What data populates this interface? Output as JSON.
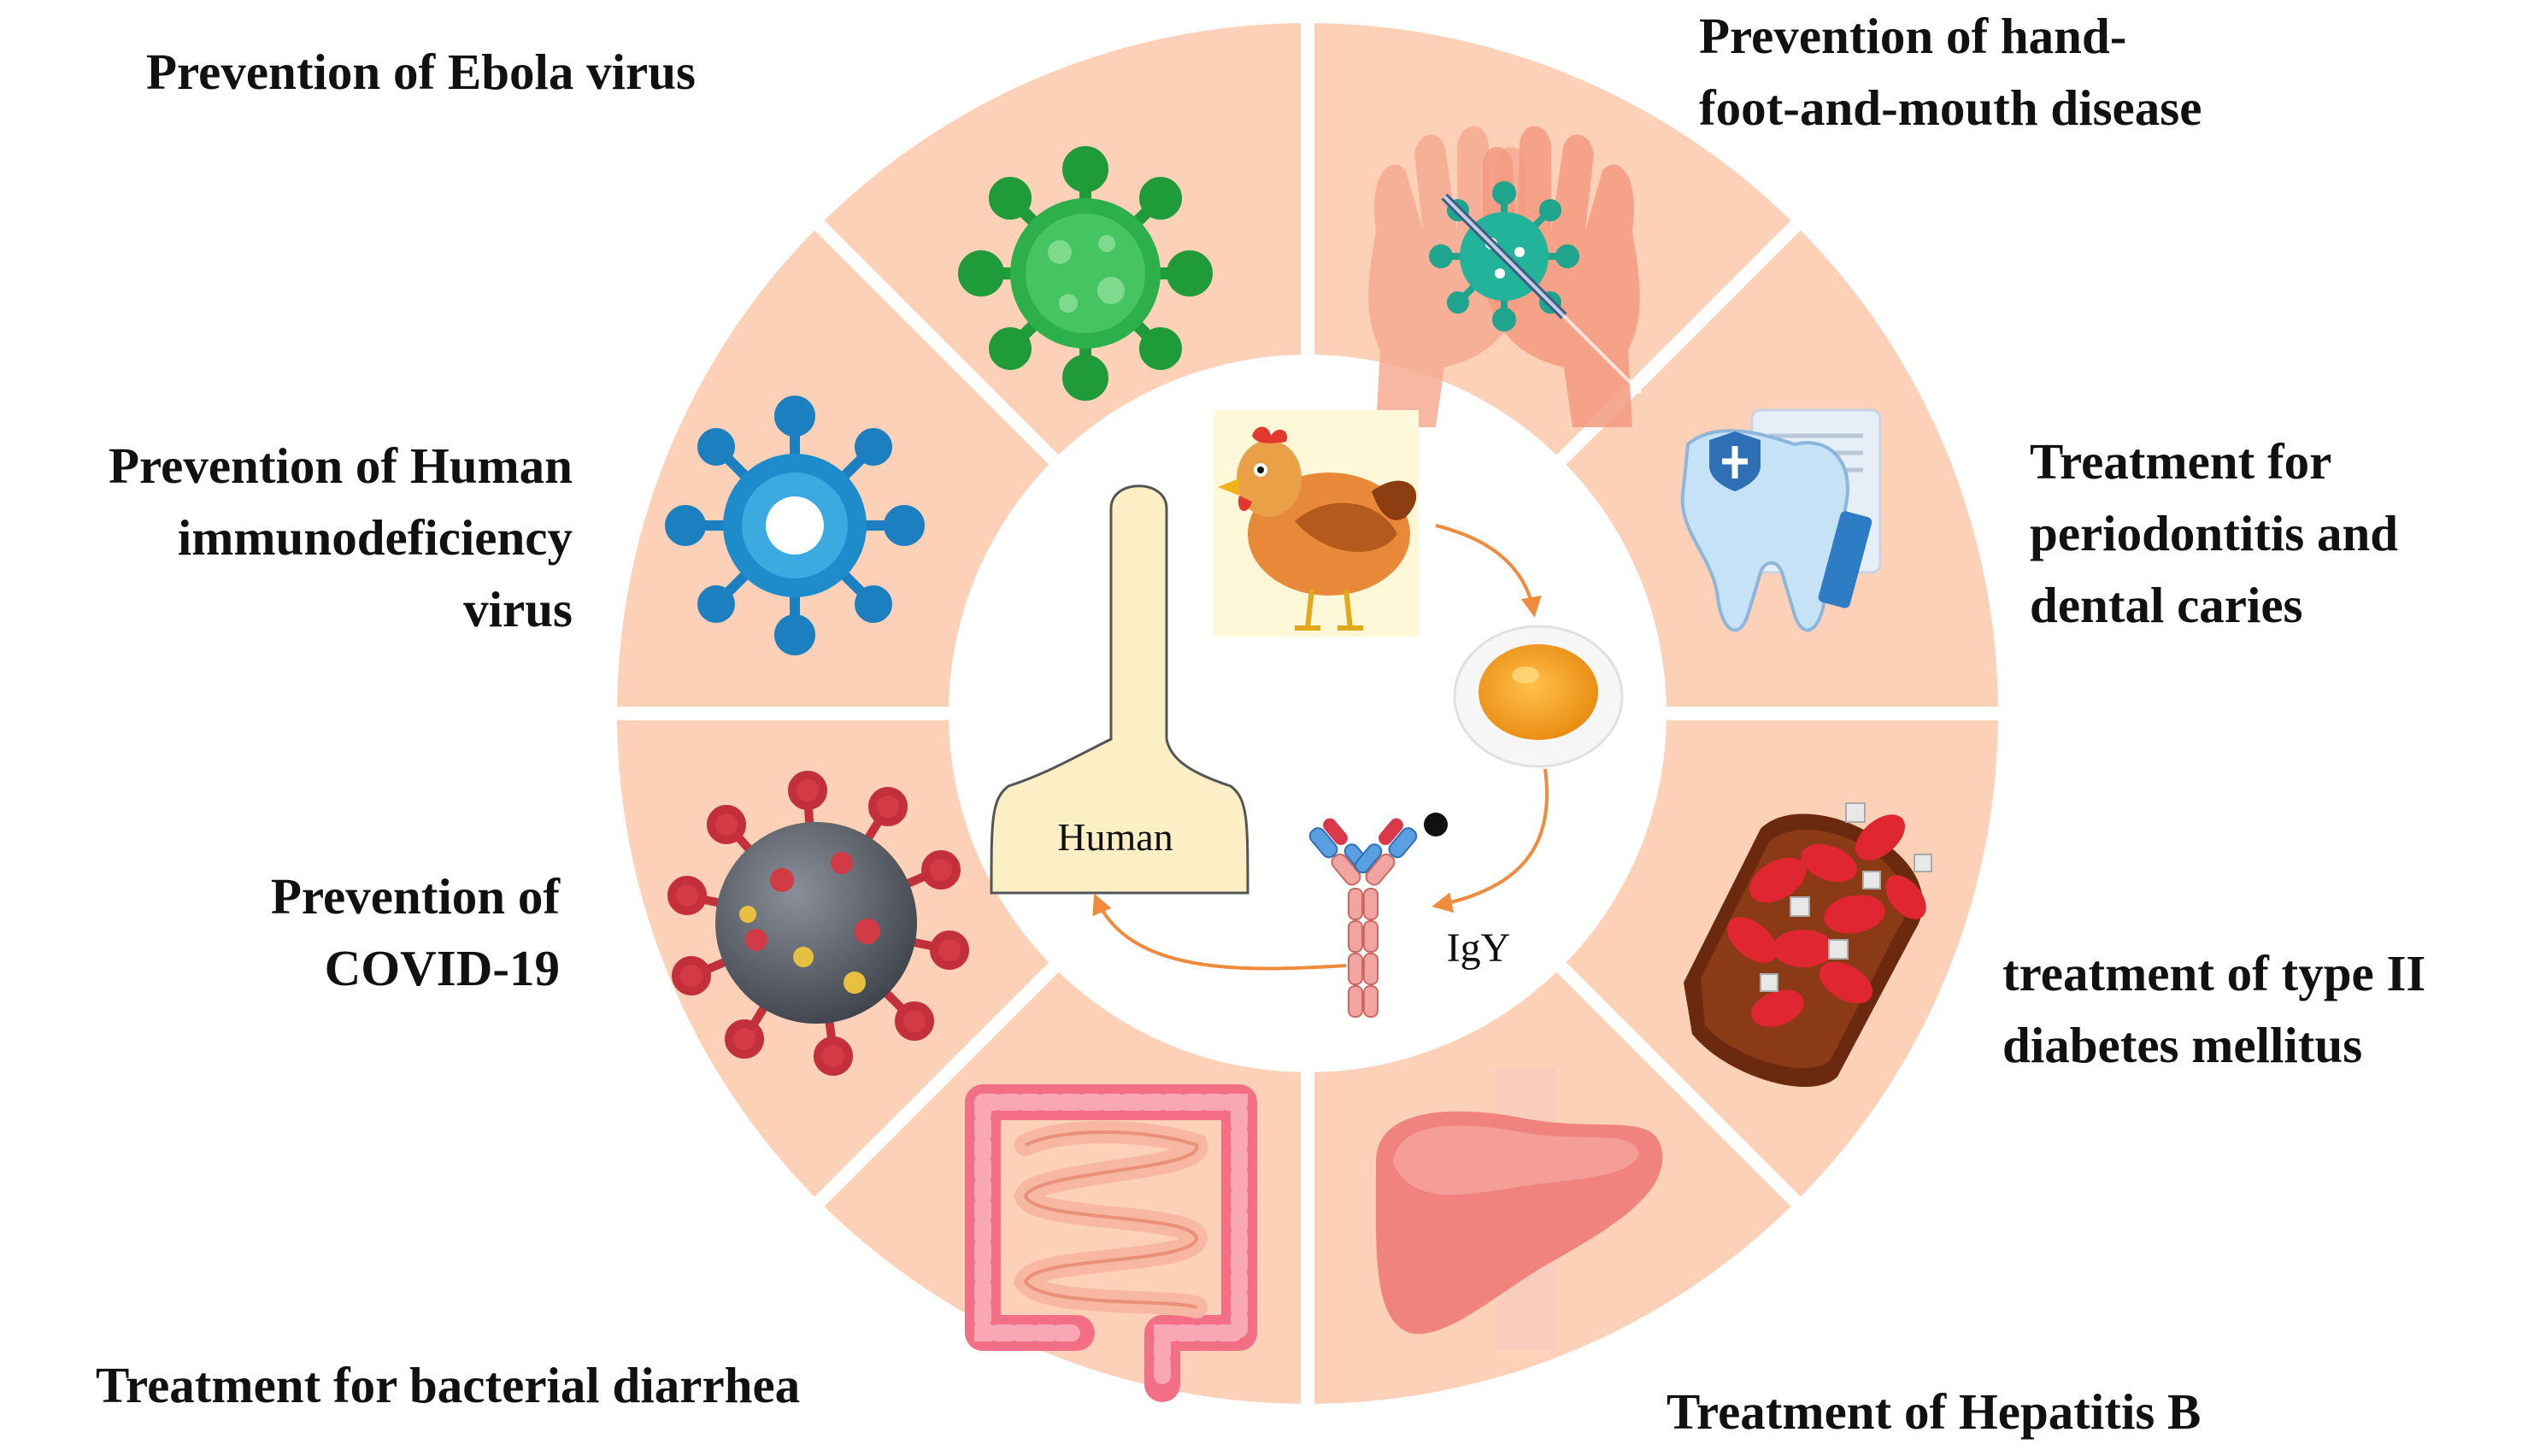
{
  "colors": {
    "segment": "#FDD1B8",
    "divider": "#FFFFFF",
    "arrow": "#F08A3C",
    "text": "#111111"
  },
  "segments": [
    {
      "id": "hfmd",
      "icon": "hand-virus-icon",
      "label_lines": [
        "Prevention of hand-",
        "foot-and-mouth disease"
      ]
    },
    {
      "id": "perio",
      "icon": "tooth-icon",
      "label_lines": [
        "Treatment for",
        "periodontitis and",
        "dental caries"
      ]
    },
    {
      "id": "diabetes",
      "icon": "blood-vessel-icon",
      "label_lines": [
        "treatment of type II",
        "diabetes mellitus"
      ]
    },
    {
      "id": "hepb",
      "icon": "liver-icon",
      "label_lines": [
        "Treatment of Hepatitis B"
      ]
    },
    {
      "id": "diarrhea",
      "icon": "intestine-icon",
      "label_lines": [
        "Treatment for bacterial diarrhea"
      ]
    },
    {
      "id": "covid",
      "icon": "coronavirus-icon",
      "label_lines": [
        "Prevention of",
        "COVID-19"
      ]
    },
    {
      "id": "hiv",
      "icon": "hiv-virus-icon",
      "label_lines": [
        "Prevention of Human",
        "immunodeficiency",
        "virus"
      ]
    },
    {
      "id": "ebola",
      "icon": "green-virus-icon",
      "label_lines": [
        "Prevention of Ebola virus"
      ]
    }
  ],
  "center": {
    "human_label": "Human",
    "igy_label": "IgY"
  }
}
